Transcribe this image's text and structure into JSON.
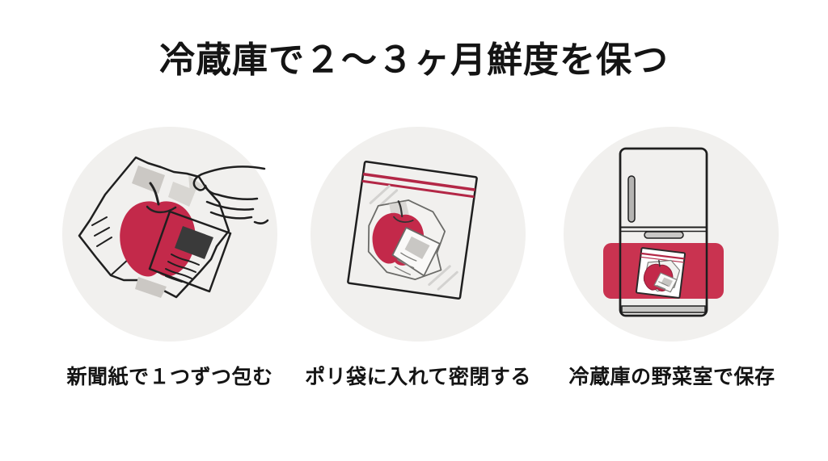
{
  "title": "冷蔵庫で２〜３ヶ月鮮度を保つ",
  "steps": [
    {
      "label": "新聞紙で１つずつ包む",
      "icon": "newspaper-wrapped-apple"
    },
    {
      "label": "ポリ袋に入れて密閉する",
      "icon": "apple-in-sealed-plastic-bag"
    },
    {
      "label": "冷蔵庫の野菜室で保存",
      "icon": "refrigerator-vegetable-drawer"
    }
  ],
  "colors": {
    "apple_red": "#c3294a",
    "drawer_red": "#c93350",
    "zipper_red": "#b32746",
    "circle_bg": "#f1f0ee",
    "outline": "#1f1f1f",
    "paper_gray": "#cbc8c4",
    "handle_gray": "#c9c8c6"
  }
}
